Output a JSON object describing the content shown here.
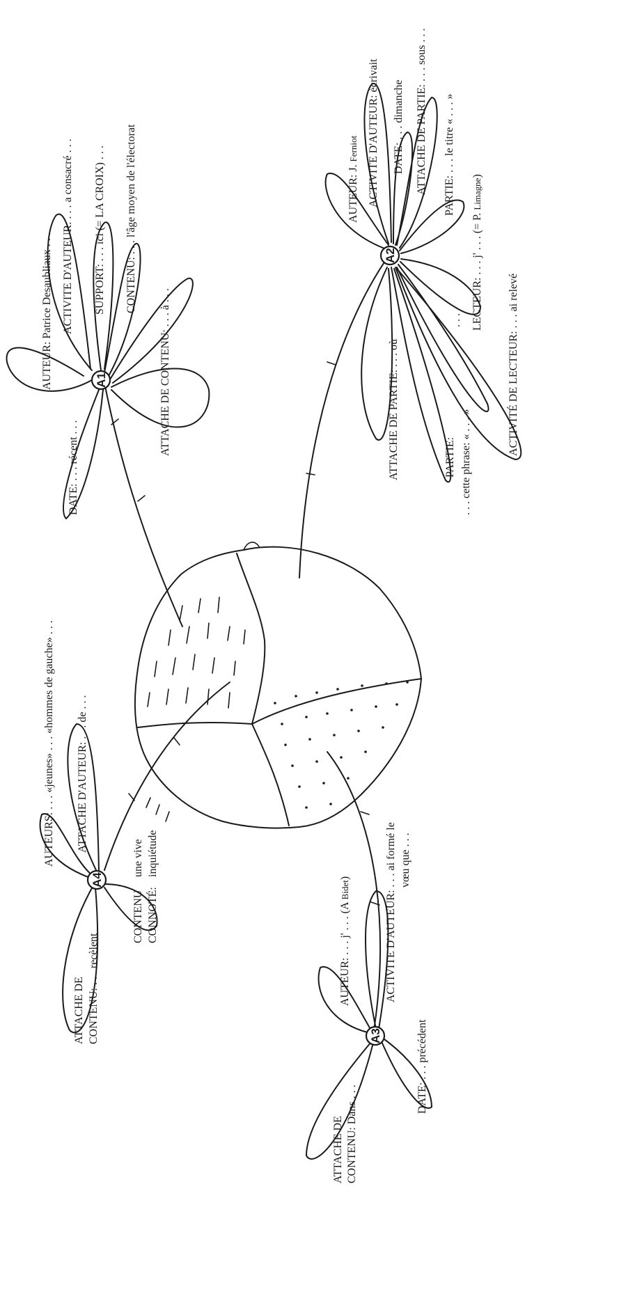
{
  "hubs": {
    "a1": "A1",
    "a2": "A2",
    "a3": "A3",
    "a4": "A4"
  },
  "a1": {
    "auteur": "AUTEUR: Patrice Desaubliaux . . .",
    "activite_auteur": "ACTIVITE D'AUTEUR: . . . a consacré . . .",
    "support": "SUPPORT: . . . ici (= LA CROIX) . . .",
    "contenu": "CONTENU: . . . l'âge moyen de l'électorat",
    "attache_contenu": "ATTACHE DE CONTENU: . . . à . . .",
    "date": "DATE: . . . récent . . ."
  },
  "a2": {
    "auteur_label": "AUTEUR: J. ",
    "auteur_name": "Ferniot",
    "activite_auteur": "ACTIVITE D'AUTEUR: écrivait",
    "date": "DATE: . . . dimanche",
    "attache_partie": "ATTACHE DE PARTIE: . . . sous . . .",
    "partie": "PARTIE: . . . le titre « . . . »",
    "lecteur_label": "LECTEUR: . . . j' . . . (= P. ",
    "lecteur_name": "Limagne",
    "lecteur_close": ")",
    "ellipsis": ". . .",
    "activite_lecteur": "ACTIVITÉ DE LECTEUR: . . . ai relevé",
    "attache_partie_2": "ATTACHE DE PARTIE: . . . où",
    "partie_2_label": "PARTIE:",
    "partie_2_text": ". . . cette phrase: « . . . »"
  },
  "a3": {
    "auteur_label": "AUTEUR: . . . j' . . . (A ",
    "auteur_name": "Bidet",
    "auteur_close": ")",
    "activite_auteur": "ACTIVITE D'AUTEUR: . . . ai formé le",
    "activite_auteur_2": "vœu que . . .",
    "date": "DATE: . . . précédent",
    "attache_line1": "ATTACHE DE",
    "attache_line2": "CONTENU: Dans . . ."
  },
  "a4": {
    "auteurs": "AUTEURS: . . . «jeunes» . . . «hommes de gauche» . . .",
    "attache_auteur": "ATTACHE D'AUTEUR: . . . de . . .",
    "contenu_line1": "CONTENU",
    "contenu_line2": "CONNOTÉ:",
    "contenu_value1": "une vive",
    "contenu_value2": "inquiétude",
    "attache_line1": "ATTACHE DE",
    "attache_line2": "CONTENU: . . . recèlent"
  }
}
